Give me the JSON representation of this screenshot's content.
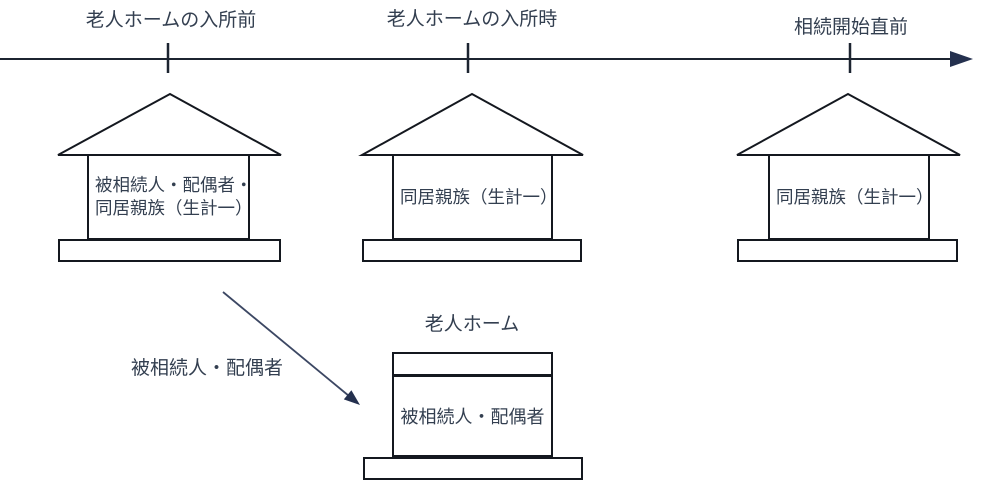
{
  "colors": {
    "line": "#14181f",
    "timeline": "#1c2430",
    "arrow": "#24304e",
    "arrow-line": "#3c4763",
    "text": "#333F50"
  },
  "timeline": {
    "milestones": [
      {
        "label": "老人ホームの入所前"
      },
      {
        "label": "老人ホームの入所時"
      },
      {
        "label": "相続開始直前"
      }
    ]
  },
  "houses": [
    {
      "occupants": "被相続人・配偶者・\n同居親族（生計一）"
    },
    {
      "occupants": "同居親族（生計一）"
    },
    {
      "occupants": "同居親族（生計一）"
    }
  ],
  "relocation": {
    "label": "被相続人・配偶者"
  },
  "nursing_home": {
    "title": "老人ホーム",
    "occupants": "被相続人・配偶者"
  }
}
